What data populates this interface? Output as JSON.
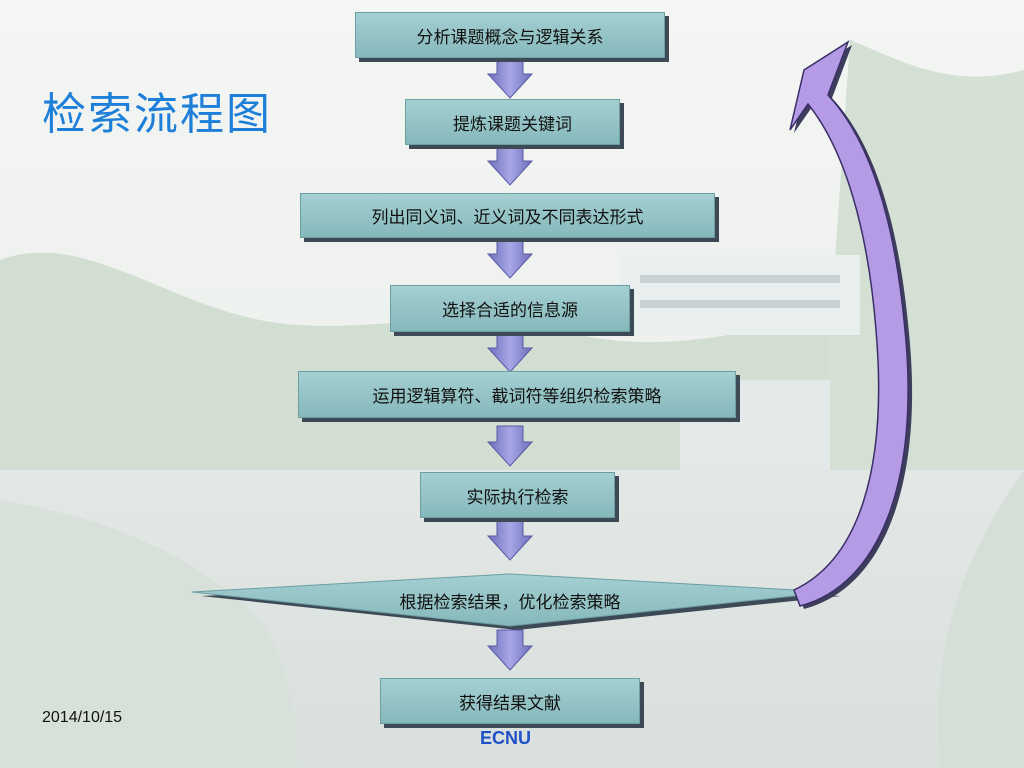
{
  "title": "检索流程图",
  "steps": [
    "分析课题概念与逻辑关系",
    "提炼课题关键词",
    "列出同义词、近义词及不同表达形式",
    "选择合适的信息源",
    "运用逻辑算符、截词符等组织检索策略",
    "实际执行检索",
    "根据检索结果，优化检索策略",
    "获得结果文献"
  ],
  "date": "2014/10/15",
  "footer": "ECNU",
  "colors": {
    "title": "#1e7fd9",
    "box_fill": "#97c4c7",
    "arrow_fill": "#8f8fd4",
    "feedback_arrow": "#b59ae6",
    "footer": "#1e50c8"
  }
}
